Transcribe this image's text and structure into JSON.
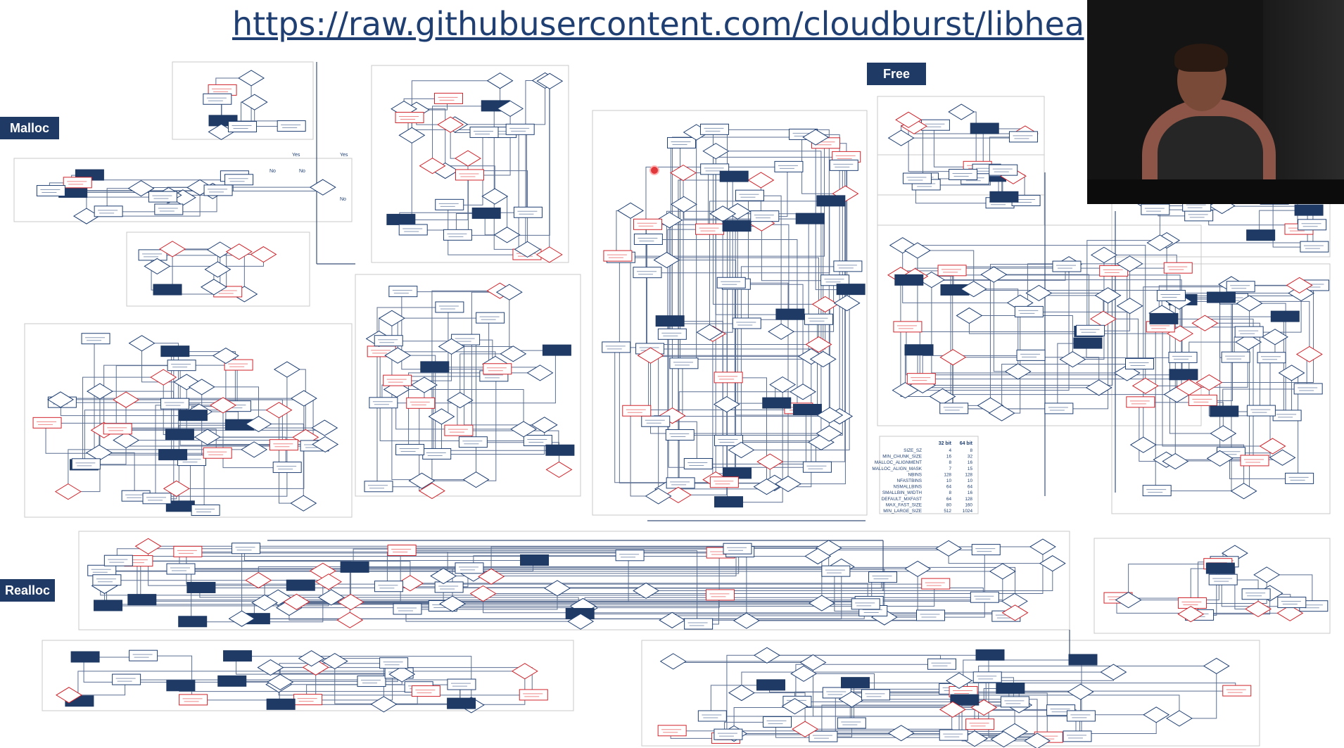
{
  "url": "https://raw.githubusercontent.com/cloudburst/libheap/m",
  "sections": {
    "malloc": "Malloc",
    "free": "Free",
    "realloc": "Realloc"
  },
  "colors": {
    "header": "#1f3a64",
    "node_border": "#1f3f73",
    "error": "#d0242b",
    "frame": "#c8c8c8",
    "url": "#1f3f73"
  },
  "labels": {
    "yes": "Yes",
    "no": "No"
  },
  "size_table": {
    "headers": [
      "",
      "32 bit",
      "64 bit"
    ],
    "rows": [
      [
        "SIZE_SZ",
        "4",
        "8"
      ],
      [
        "MIN_CHUNK_SIZE",
        "16",
        "32"
      ],
      [
        "MALLOC_ALIGNMENT",
        "8",
        "16"
      ],
      [
        "MALLOC_ALIGN_MASK",
        "7",
        "15"
      ],
      [
        "NBINS",
        "128",
        "128"
      ],
      [
        "NFASTBINS",
        "10",
        "10"
      ],
      [
        "NSMALLBINS",
        "64",
        "64"
      ],
      [
        "SMALLBIN_WIDTH",
        "8",
        "16"
      ],
      [
        "DEFAULT_MXFAST",
        "64",
        "128"
      ],
      [
        "MAX_FAST_SIZE",
        "80",
        "160"
      ],
      [
        "MIN_LARGE_SIZE",
        "512",
        "1024"
      ]
    ]
  },
  "webcam": {
    "icon": "webcam-video-icon"
  }
}
